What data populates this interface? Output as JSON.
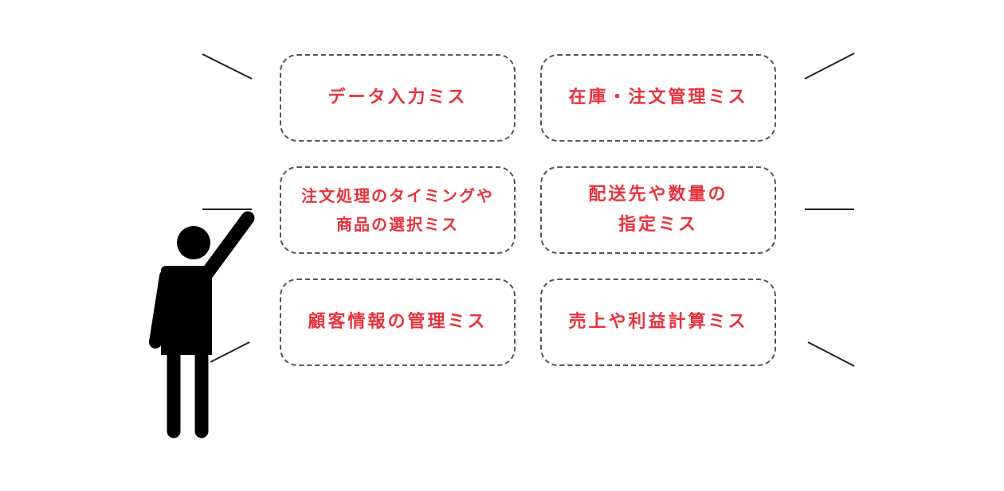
{
  "diagram": {
    "text_color": "#e8323c",
    "border_color": "#555555",
    "figure_color": "#000000",
    "figure_icon": "pointing-person-icon",
    "boxes": [
      {
        "id": "data-entry",
        "lines": [
          "データ入力ミス"
        ]
      },
      {
        "id": "inventory-order",
        "lines": [
          "在庫・注文管理ミス"
        ]
      },
      {
        "id": "order-timing",
        "lines": [
          "注文処理のタイミングや",
          "商品の選択ミス"
        ]
      },
      {
        "id": "delivery-quantity",
        "lines": [
          "配送先や数量の",
          "指定ミス"
        ]
      },
      {
        "id": "customer-info",
        "lines": [
          "顧客情報の管理ミス"
        ]
      },
      {
        "id": "sales-profit",
        "lines": [
          "売上や利益計算ミス"
        ]
      }
    ]
  }
}
